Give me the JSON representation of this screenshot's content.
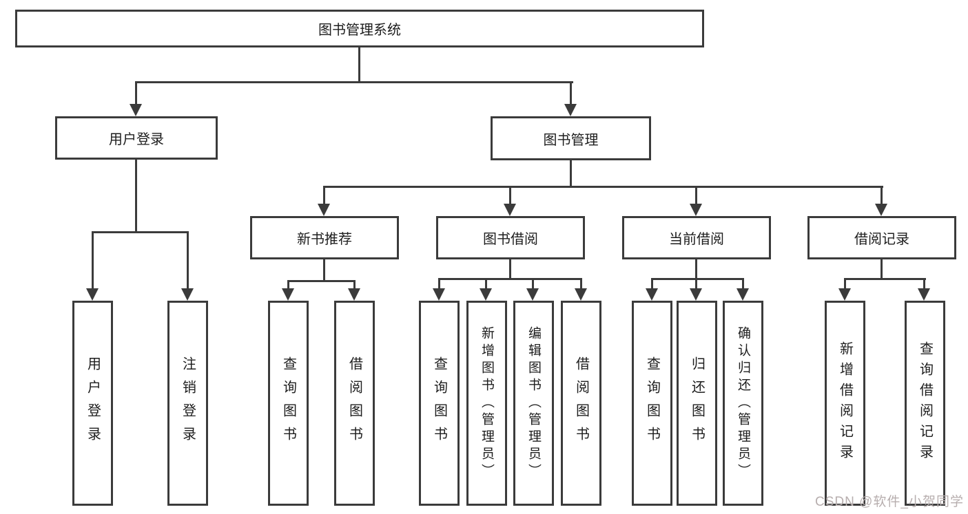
{
  "diagram_title": "图书管理系统",
  "nodes": {
    "root": "图书管理系统",
    "level2": {
      "user_login": "用户登录",
      "book_mgmt": "图书管理"
    },
    "level3": {
      "new_books": "新书推荐",
      "book_borrow": "图书借阅",
      "current_borrow": "当前借阅",
      "borrow_records": "借阅记录"
    },
    "leaves": {
      "user_login": [
        "用户登录",
        "注销登录"
      ],
      "new_books": [
        "查询图书",
        "借阅图书"
      ],
      "book_borrow": [
        "查询图书",
        "新增图书（管理员）",
        "编辑图书（管理员）",
        "借阅图书"
      ],
      "current_borrow": [
        "查询图书",
        "归还图书",
        "确认归还（管理员）"
      ],
      "borrow_records": [
        "新增借阅记录",
        "查询借阅记录"
      ]
    }
  },
  "watermark": "CSDN @软件_小贺同学",
  "colors": {
    "line": "#3b3b3b",
    "text": "#1d1d1d",
    "background": "#ffffff",
    "watermark": "#b7aeae"
  }
}
